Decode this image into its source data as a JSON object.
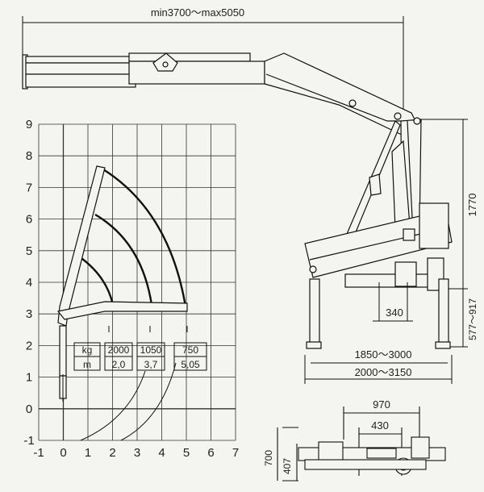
{
  "top_dimension": "min3700～max5050",
  "height_dimension": "1770",
  "leg_dimension": "577～917",
  "dim_340": "340",
  "outrigger_inner": "1850～3000",
  "outrigger_outer": "2000～3150",
  "plan_width": "970",
  "plan_inner": "430",
  "plan_depth": "700",
  "plan_depth_inner": "407",
  "grid": {
    "y_ticks": [
      "9",
      "8",
      "7",
      "6",
      "5",
      "4",
      "3",
      "2",
      "1",
      "0",
      "-1"
    ],
    "x_ticks": [
      "-1",
      "0",
      "1",
      "2",
      "3",
      "4",
      "5",
      "6",
      "7"
    ]
  },
  "load_table": {
    "header_kg": "kg",
    "header_m": "m",
    "loads": [
      "2000",
      "1050",
      "750"
    ],
    "radii": [
      "2,0",
      "3,7",
      "5,05"
    ]
  }
}
